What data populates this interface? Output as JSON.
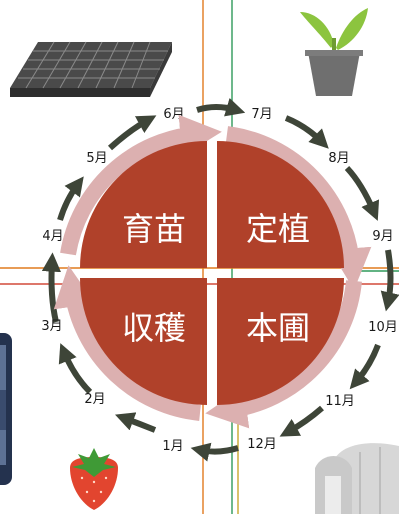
{
  "phases": {
    "top_left": "育苗",
    "top_right": "定植",
    "bottom_left": "収穫",
    "bottom_right": "本圃"
  },
  "months": [
    "1月",
    "2月",
    "3月",
    "4月",
    "5月",
    "6月",
    "7月",
    "8月",
    "9月",
    "10月",
    "11月",
    "12月"
  ],
  "colors": {
    "sector": "#b0412a",
    "ring": "#dcb0b0",
    "arrow": "#3e4538",
    "line_orange": "#e07b1f",
    "line_green": "#2f9a5a",
    "line_red": "#d24a3a",
    "line_yellow": "#c8a82e"
  },
  "icons": {
    "seedling_tray": "seedling-tray-icon",
    "potted_plant": "potted-plant-icon",
    "greenhouse": "greenhouse-icon",
    "strawberry": "strawberry-icon",
    "bottle": "bottle-icon"
  }
}
